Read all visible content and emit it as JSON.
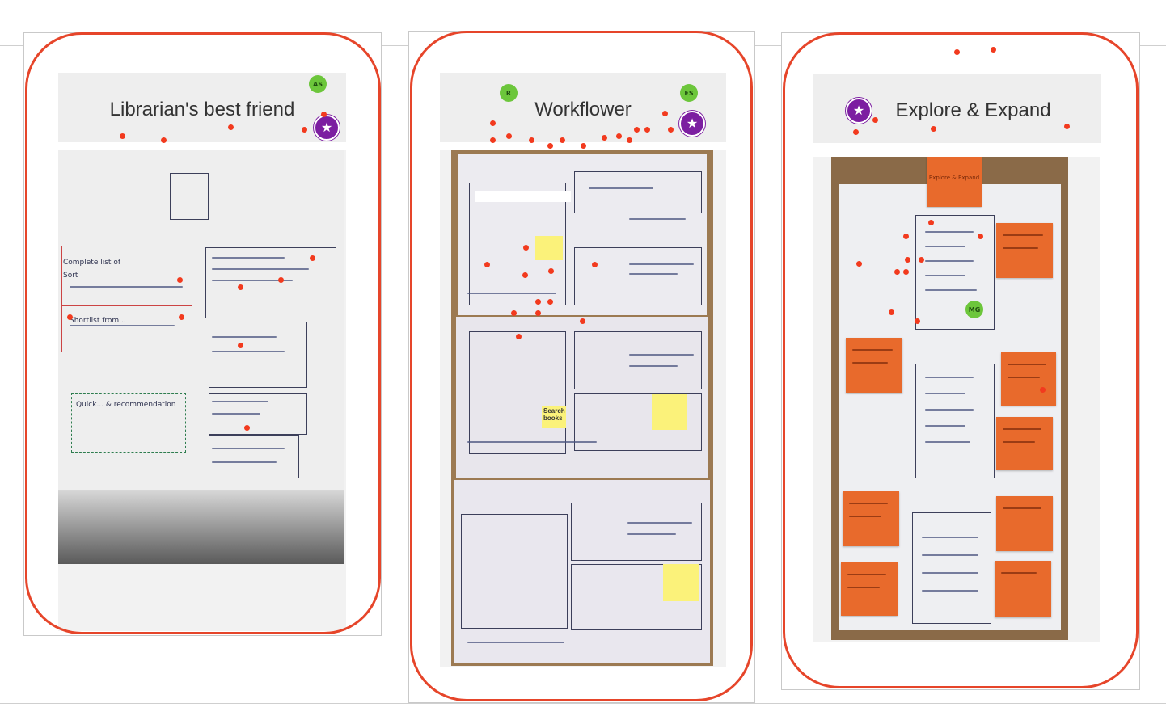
{
  "boards": [
    {
      "title": "Librarian's best friend",
      "avatars": [
        "AS"
      ],
      "starred": true,
      "sketch": {
        "texts": [
          "Complete list of",
          "Sort",
          "Shortlist from...",
          "Quick... & recommendation"
        ]
      }
    },
    {
      "title": "Workflower",
      "avatars": [
        "R",
        "ES"
      ],
      "starred": true,
      "sketch": {
        "sticky_notes": [
          "Search books"
        ]
      }
    },
    {
      "title": "Explore & Expand",
      "avatars": [
        "MG"
      ],
      "starred": true,
      "sketch": {
        "header_note": "Explore & Expand"
      }
    }
  ],
  "colors": {
    "ring": "#e6452a",
    "vote_dot": "#f23a1e",
    "avatar_green": "#6cc63b",
    "star_purple": "#7c1ea1",
    "sticky_yellow": "#fbf27a",
    "sticky_orange": "#e86a2c"
  },
  "icons": [
    "star-icon"
  ]
}
